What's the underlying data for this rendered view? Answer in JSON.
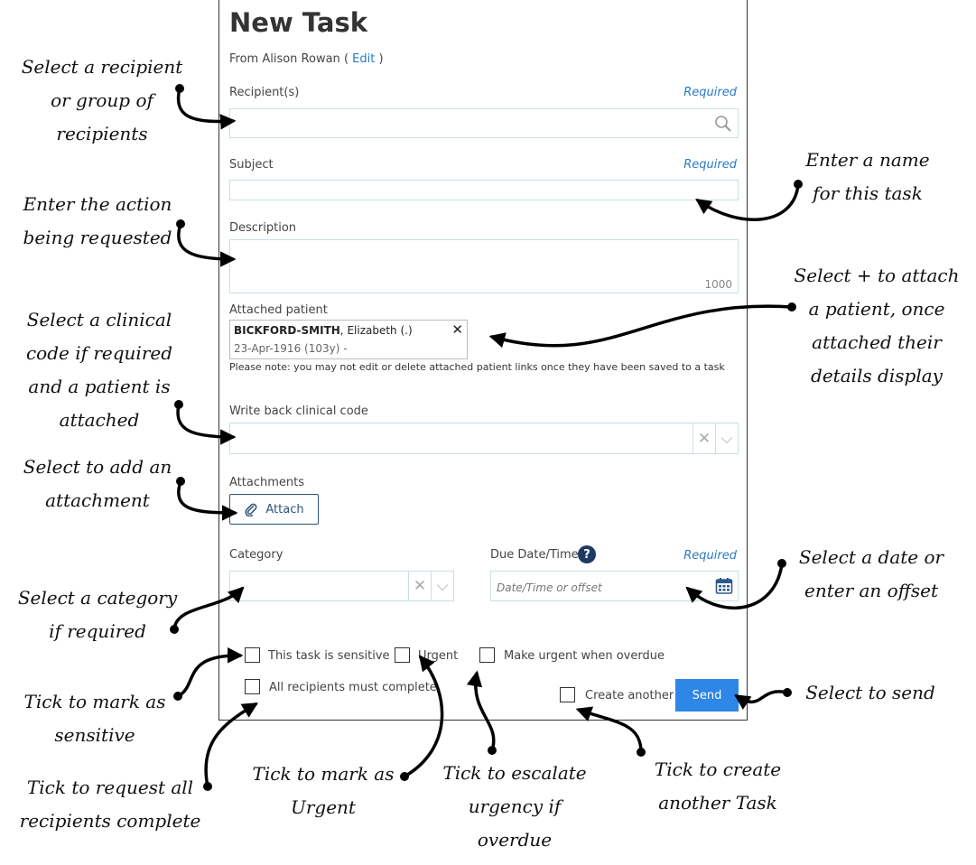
{
  "form": {
    "title": "New Task",
    "from_prefix": "From Alison Rowan",
    "from_edit": "Edit",
    "required_label": "Required",
    "recipients_label": "Recipient(s)",
    "subject_label": "Subject",
    "description_label": "Description",
    "description_counter": "1000",
    "attached_patient_label": "Attached patient",
    "patient": {
      "surname": "BICKFORD-SMITH",
      "forename": "Elizabeth (.)",
      "dob": "23-Apr-1916 (103y) -"
    },
    "patient_note": "Please note: you may not edit or delete attached patient links once they have been saved to a task",
    "write_back_label": "Write back clinical code",
    "attachments_label": "Attachments",
    "attach_button": "Attach",
    "category_label": "Category",
    "due_label": "Due Date/Time",
    "due_placeholder": "Date/Time or offset",
    "help_glyph": "?",
    "checkboxes": {
      "sensitive": "This task is sensitive",
      "urgent": "Urgent",
      "urgent_overdue": "Make urgent when overdue",
      "all_complete": "All recipients must complete",
      "create_another": "Create another"
    },
    "send_button": "Send"
  },
  "annotations": {
    "recipient": [
      "Select a recipient",
      "or group of",
      "recipients"
    ],
    "action": [
      "Enter the action",
      "being requested"
    ],
    "clinical": [
      "Select a clinical",
      "code if required",
      "and a patient is",
      "attached"
    ],
    "attachment": [
      "Select to add an",
      "attachment"
    ],
    "category": [
      "Select a category",
      "if required"
    ],
    "sensitive": [
      "Tick to mark as",
      "sensitive"
    ],
    "all": [
      "Tick to request all",
      "recipients complete"
    ],
    "urgent": [
      "Tick to mark as",
      "Urgent"
    ],
    "escalate": [
      "Tick to escalate",
      "urgency if",
      "overdue"
    ],
    "another": [
      "Tick to create",
      "another Task"
    ],
    "send": [
      "Select to send"
    ],
    "date": [
      "Select a date or",
      "enter an offset"
    ],
    "patient": [
      "Select + to attach",
      "a patient, once",
      "attached their",
      "details display"
    ],
    "name": [
      "Enter a name",
      "for this task"
    ]
  },
  "colors": {
    "accent": "#2a7ac4",
    "send": "#2e86e6",
    "field_border": "#c9dfe3"
  }
}
